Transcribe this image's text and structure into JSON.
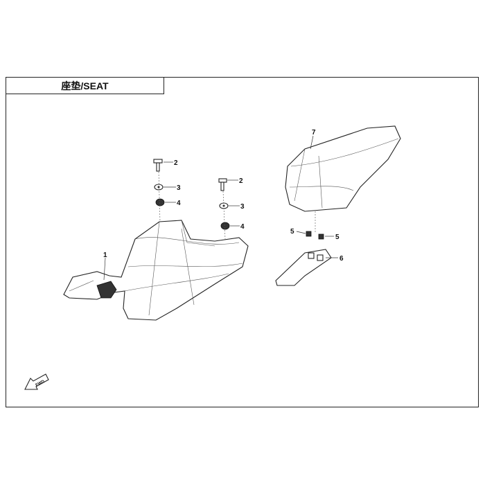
{
  "title": "座垫/SEAT",
  "callouts": {
    "c1": "1",
    "c2a": "2",
    "c3a": "3",
    "c4a": "4",
    "c2b": "2",
    "c3b": "3",
    "c4b": "4",
    "c5a": "5",
    "c5b": "5",
    "c6": "6",
    "c7": "7"
  },
  "fwd_label": "FWD"
}
